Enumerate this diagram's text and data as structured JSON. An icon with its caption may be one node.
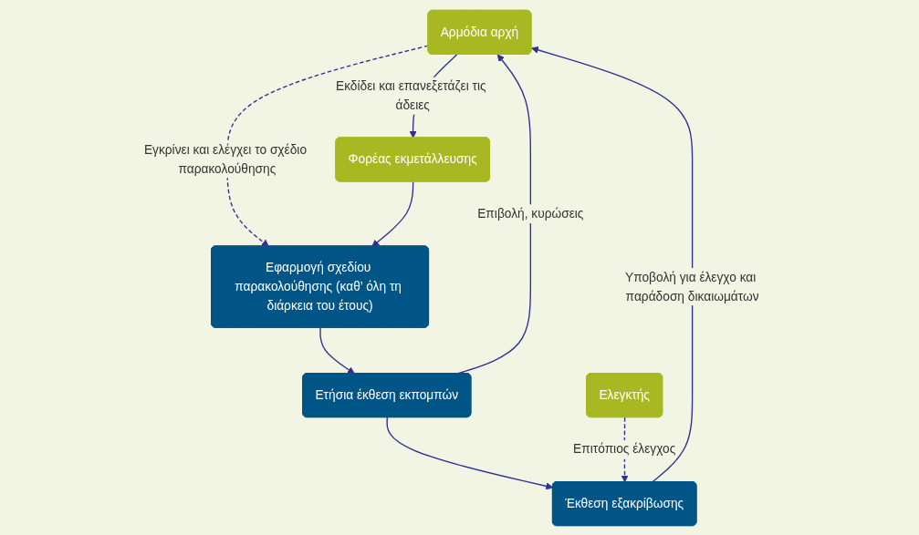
{
  "diagram": {
    "nodes": [
      {
        "text": [
          "Αρμόδια αρχή"
        ]
      },
      {
        "text": [
          "Φορέας εκμετάλλευσης"
        ]
      },
      {
        "text": [
          "Εφαρμογή σχεδίου παρακολούθησης (καθ’ όλη τη διάρκεια του έτους)"
        ]
      },
      {
        "text": [
          "Ετήσια έκθεση εκπομπών"
        ]
      },
      {
        "text": [
          "Έκθεση εξακρίβωσης"
        ]
      },
      {
        "text": [
          "Ελεγκτής"
        ]
      }
    ],
    "edges": [
      {
        "from": 0,
        "to": 1,
        "arrow": "to",
        "label": "Εκδίδει και επανεξετάζει τις άδειες"
      },
      {
        "from": 0,
        "to": 2,
        "arrow": "to",
        "style": "dashed",
        "label": "Εγκρίνει και ελέγχει το σχέδιο παρακολούθησης"
      },
      {
        "from": 1,
        "to": 2,
        "arrow": "to"
      },
      {
        "from": 2,
        "to": 3,
        "arrow": "to"
      },
      {
        "from": 3,
        "to": 0,
        "arrow": "to",
        "label": "Επιβολή, κυρώσεις"
      },
      {
        "from": 3,
        "to": 4,
        "arrow": "to"
      },
      {
        "from": 4,
        "to": 0,
        "arrow": "to",
        "label": "Υποβολή για έλεγχο και παράδοση δικαιωμάτων"
      },
      {
        "from": 5,
        "to": 4,
        "arrow": "to",
        "style": "dashed",
        "label": "Επιτόπιος έλεγχος"
      }
    ]
  }
}
